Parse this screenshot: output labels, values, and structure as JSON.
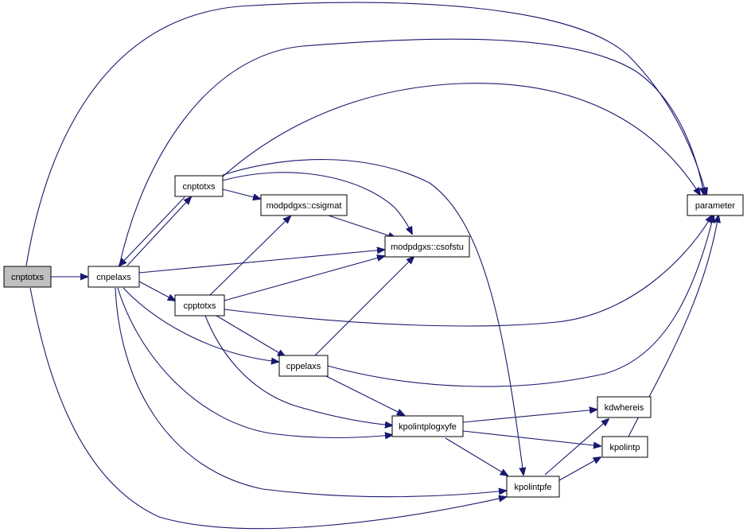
{
  "colors": {
    "edge": "#191970",
    "node_border": "#000000",
    "node_fill": "#ffffff",
    "root_fill": "#bfbfbf",
    "background": "#ffffff"
  },
  "nodes": {
    "n_cnptotxs_root": {
      "label": "cnptotxs",
      "root": true
    },
    "n_cnpelaxs": {
      "label": "cnpelaxs"
    },
    "n_cnptotxs": {
      "label": "cnptotxs"
    },
    "n_cpptotxs": {
      "label": "cpptotxs"
    },
    "n_csigmat": {
      "label": "modpdgxs::csigmat"
    },
    "n_csofstu": {
      "label": "modpdgxs::csofstu"
    },
    "n_cppelaxs": {
      "label": "cppelaxs"
    },
    "n_kpolintplogxyfe": {
      "label": "kpolintplogxyfe"
    },
    "n_kpolintpfe": {
      "label": "kpolintpfe"
    },
    "n_kdwhereis": {
      "label": "kdwhereis"
    },
    "n_kpolintp": {
      "label": "kpolintp"
    },
    "n_parameter": {
      "label": "parameter"
    }
  },
  "edges": [
    {
      "from": "cnptotxs",
      "to": "cnpelaxs"
    },
    {
      "from": "cnptotxs",
      "to": "parameter"
    },
    {
      "from": "cnptotxs",
      "to": "kpolintpfe"
    },
    {
      "from": "cnpelaxs",
      "to": "cnptotxs"
    },
    {
      "from": "cnpelaxs",
      "to": "parameter"
    },
    {
      "from": "cnpelaxs",
      "to": "modpdgxs::csofstu"
    },
    {
      "from": "cnpelaxs",
      "to": "cpptotxs"
    },
    {
      "from": "cnpelaxs",
      "to": "cppelaxs"
    },
    {
      "from": "cnpelaxs",
      "to": "kpolintplogxyfe"
    },
    {
      "from": "cnpelaxs",
      "to": "kpolintpfe"
    },
    {
      "from": "cnptotxs",
      "to": "cnpelaxs"
    },
    {
      "from": "cnptotxs",
      "to": "modpdgxs::csigmat"
    },
    {
      "from": "cnptotxs",
      "to": "modpdgxs::csofstu"
    },
    {
      "from": "cnptotxs",
      "to": "parameter"
    },
    {
      "from": "cnptotxs",
      "to": "kpolintpfe"
    },
    {
      "from": "cpptotxs",
      "to": "modpdgxs::csigmat"
    },
    {
      "from": "cpptotxs",
      "to": "modpdgxs::csofstu"
    },
    {
      "from": "cpptotxs",
      "to": "parameter"
    },
    {
      "from": "cpptotxs",
      "to": "cppelaxs"
    },
    {
      "from": "cpptotxs",
      "to": "kpolintplogxyfe"
    },
    {
      "from": "modpdgxs::csigmat",
      "to": "modpdgxs::csofstu"
    },
    {
      "from": "cppelaxs",
      "to": "modpdgxs::csofstu"
    },
    {
      "from": "cppelaxs",
      "to": "parameter"
    },
    {
      "from": "cppelaxs",
      "to": "kpolintplogxyfe"
    },
    {
      "from": "kpolintplogxyfe",
      "to": "kdwhereis"
    },
    {
      "from": "kpolintplogxyfe",
      "to": "kpolintp"
    },
    {
      "from": "kpolintplogxyfe",
      "to": "kpolintpfe"
    },
    {
      "from": "kpolintpfe",
      "to": "kdwhereis"
    },
    {
      "from": "kpolintpfe",
      "to": "kpolintp"
    },
    {
      "from": "kpolintp",
      "to": "parameter"
    }
  ]
}
